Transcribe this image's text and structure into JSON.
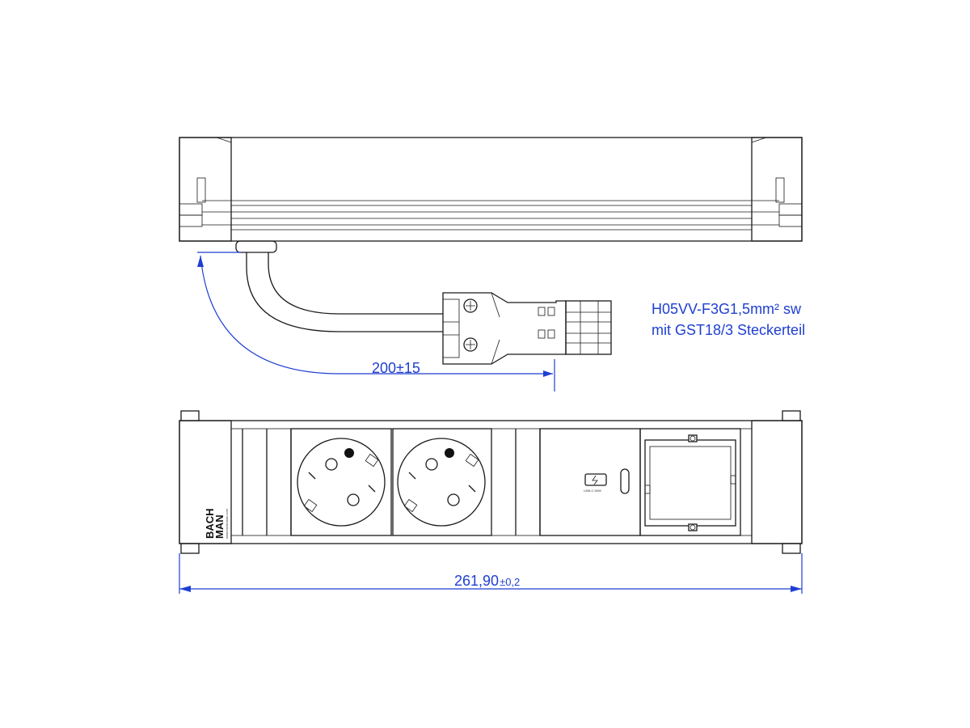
{
  "cable_spec": {
    "line1": "H05VV-F3G1,5mm² sw",
    "line2": "mit GST18/3 Steckerteil"
  },
  "dimensions": {
    "cable_length": "200±15",
    "total_length_main": "261,90",
    "total_length_tolerance": "±0,2"
  },
  "brand": {
    "line1": "BACH",
    "line2": "MAN",
    "url": "www.bachmann.com"
  },
  "usb_module": {
    "label": "USB-C 60W"
  },
  "colors": {
    "drawing_line": "#1a1a1a",
    "dimension": "#1f3fd1"
  }
}
